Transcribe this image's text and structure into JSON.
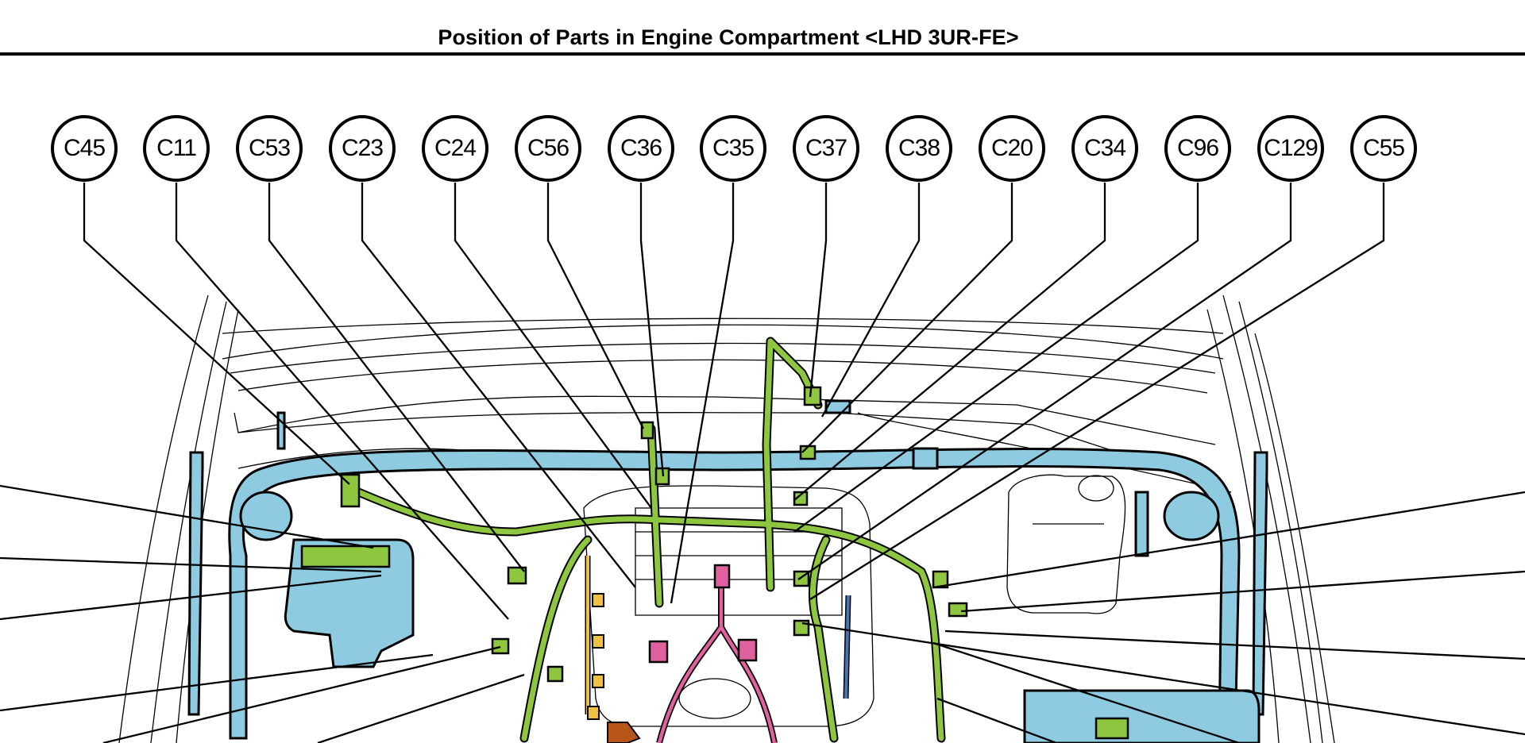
{
  "header": {
    "title": "Position of Parts in Engine Compartment <LHD 3UR-FE>"
  },
  "callouts": [
    {
      "label": "C45"
    },
    {
      "label": "C11"
    },
    {
      "label": "C53"
    },
    {
      "label": "C23"
    },
    {
      "label": "C24"
    },
    {
      "label": "C56"
    },
    {
      "label": "C36"
    },
    {
      "label": "C35"
    },
    {
      "label": "C37"
    },
    {
      "label": "C38"
    },
    {
      "label": "C20"
    },
    {
      "label": "C34"
    },
    {
      "label": "C96"
    },
    {
      "label": "C129"
    },
    {
      "label": "C55"
    }
  ],
  "colors": {
    "harness_engine_room": "#8ec640",
    "harness_body": "#8fcbe0",
    "harness_injector": "#e060a0",
    "harness_ignition": "#f0c040",
    "harness_sensor": "#4a74b8",
    "bracket": "#b8561a",
    "outline": "#000000"
  }
}
